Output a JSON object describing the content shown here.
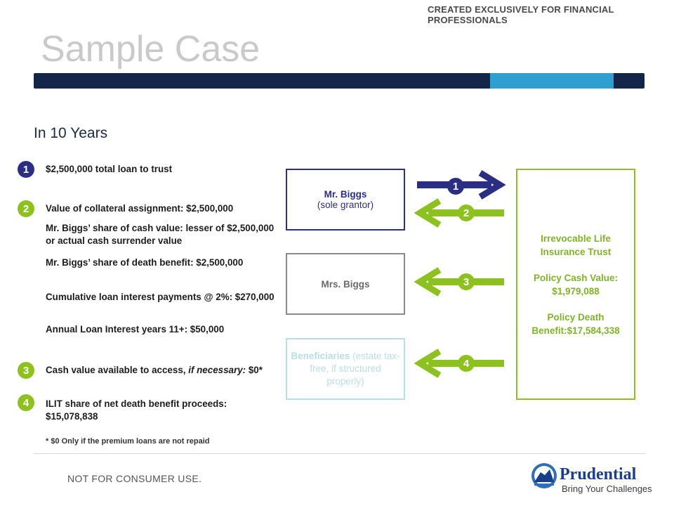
{
  "header_note": "CREATED EXCLUSIVELY FOR FINANCIAL PROFESSIONALS",
  "title": "Sample Case",
  "subtitle": "In 10 Years",
  "items": [
    {
      "num": "1",
      "text": "$2,500,000 total loan to trust"
    },
    {
      "num": "2",
      "text": "Value of collateral assignment: $2,500,000"
    },
    {
      "text": "Mr. Biggs’ share of cash value: lesser of $2,500,000 or actual cash surrender value"
    },
    {
      "text": "Mr. Biggs’ share of death benefit: $2,500,000"
    },
    {
      "text": "Cumulative loan interest payments @ 2%: $270,000"
    },
    {
      "text": "Annual Loan Interest years 11+: $50,000"
    },
    {
      "num": "3",
      "text_a": "Cash value available to access, ",
      "text_b": "if necessary:",
      "text_c": " $0*"
    },
    {
      "num": "4",
      "text": "ILIT share of net death benefit proceeds: $15,078,838"
    }
  ],
  "footnote": "* $0 Only if the premium loans are not repaid",
  "boxes": {
    "mr_biggs": {
      "name": "Mr. Biggs",
      "sub": "(sole grantor)"
    },
    "mrs_biggs": {
      "name": "Mrs. Biggs"
    },
    "beneficiaries": {
      "name": "Beneficiaries",
      "rest": " (estate tax-free, if structured properly)"
    },
    "trust": {
      "name": "Irrevocable Life Insurance Trust",
      "cash_label": "Policy Cash Value:",
      "cash_value": "$1,979,088",
      "death_label": "Policy Death",
      "death_value": "Benefit:$17,584,338"
    }
  },
  "arrows": [
    {
      "num": "1",
      "direction": "right"
    },
    {
      "num": "2",
      "direction": "left"
    },
    {
      "num": "3",
      "direction": "left"
    },
    {
      "num": "4",
      "direction": "left"
    }
  ],
  "colors": {
    "navy": "#2b2f83",
    "green": "#8cc11f",
    "bar": "#13264a",
    "bar_accent": "#2f9fd1"
  },
  "footer": {
    "note": "NOT FOR CONSUMER USE.",
    "brand": "Prudential",
    "tagline": "Bring Your Challenges",
    "logo_icon": "rock-of-gibraltar-icon"
  }
}
